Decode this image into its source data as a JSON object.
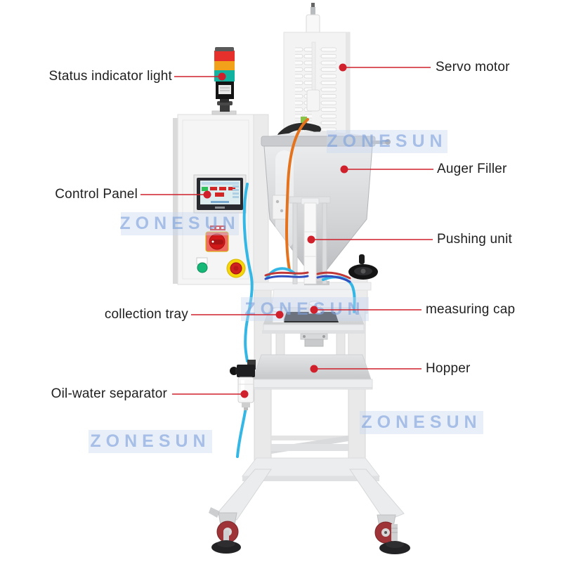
{
  "page": {
    "background": "#ffffff"
  },
  "brand": {
    "watermark_text": "ZONESUN"
  },
  "palette": {
    "callout_red": "#d0202c",
    "label_text": "#1f1f1f",
    "watermark_blue": "#7ea1db",
    "tower_red": "#e5302b",
    "tower_amber": "#f2a21a",
    "tower_green": "#12b2a0",
    "estop_yellow": "#f4d60a",
    "estop_red": "#cf1f1f",
    "power_switch_red": "#d01818",
    "button_green": "#16b878",
    "tube_blue": "#35b7e6",
    "cable_orange": "#e5731d",
    "caster_wheel_red": "#9e3438",
    "steel_light": "#f3f3f3",
    "steel_mid": "#c8cacc"
  },
  "annotations": [
    {
      "id": "status-indicator-light",
      "label": "Status indicator light"
    },
    {
      "id": "servo-motor",
      "label": "Servo motor"
    },
    {
      "id": "control-panel",
      "label": "Control Panel"
    },
    {
      "id": "auger-filler",
      "label": "Auger Filler"
    },
    {
      "id": "pushing-unit",
      "label": "Pushing unit"
    },
    {
      "id": "collection-tray",
      "label": "collection tray"
    },
    {
      "id": "measuring-cap",
      "label": "measuring cap"
    },
    {
      "id": "hopper",
      "label": "Hopper"
    },
    {
      "id": "oil-water-separator",
      "label": "Oil-water separator"
    }
  ]
}
